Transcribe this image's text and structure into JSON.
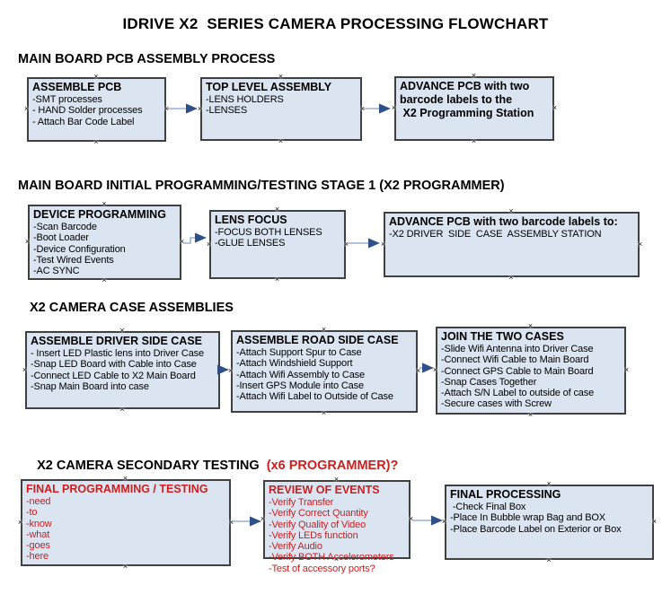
{
  "title": "IDRIVE X2  SERIES CAMERA PROCESSING FLOWCHART",
  "colors": {
    "box_fill": "#dbe5f1",
    "box_border": "#404040",
    "arrow_line": "#9ab0d3",
    "arrow_head": "#2f4f87",
    "red_text": "#cc1e1e"
  },
  "sections": [
    {
      "heading": "MAIN BOARD PCB ASSEMBLY PROCESS",
      "boxes": [
        {
          "title": "ASSEMBLE PCB",
          "items": [
            "-SMT processes",
            "- HAND Solder processes",
            "- Attach Bar Code Label"
          ]
        },
        {
          "title": "TOP LEVEL ASSEMBLY",
          "items": [
            "-LENS HOLDERS",
            "-LENSES"
          ]
        },
        {
          "title": "ADVANCE PCB with two\nbarcode labels to the\n X2 Programming Station",
          "items": []
        }
      ]
    },
    {
      "heading": "MAIN BOARD INITIAL PROGRAMMING/TESTING STAGE 1 (X2 PROGRAMMER)",
      "boxes": [
        {
          "title": "DEVICE PROGRAMMING",
          "items": [
            "-Scan Barcode",
            "-Boot Loader",
            "-Device Configuration",
            "-Test Wired Events",
            "-AC SYNC"
          ]
        },
        {
          "title": "LENS FOCUS",
          "items": [
            "-FOCUS BOTH LENSES",
            "-GLUE LENSES"
          ]
        },
        {
          "title": "ADVANCE PCB with two barcode labels to:",
          "items": [
            "-X2 DRIVER  SIDE  CASE  ASSEMBLY STATION"
          ]
        }
      ]
    },
    {
      "heading": "X2 CAMERA CASE ASSEMBLIES",
      "boxes": [
        {
          "title": "ASSEMBLE DRIVER SIDE CASE",
          "items": [
            "- Insert LED Plastic lens into Driver Case",
            "-Snap LED Board with Cable into Case",
            "-Connect LED Cable to X2 Main Board",
            "-Snap Main Board into case"
          ]
        },
        {
          "title": "ASSEMBLE ROAD SIDE CASE",
          "items": [
            "-Attach Support Spur to Case",
            "-Attach Windshield Support",
            "-Attach Wifi Assembly to Case",
            "-Insert GPS Module into Case",
            "-Attach Wifi Label to Outside of Case"
          ]
        },
        {
          "title": "JOIN THE TWO CASES",
          "items": [
            "-Slide Wifi Antenna into Driver Case",
            "-Connect Wifi Cable to Main Board",
            "-Connect GPS Cable to Main Board",
            "-Snap Cases Together",
            "-Attach S/N Label to outside of case",
            "-Secure cases with Screw"
          ]
        }
      ]
    },
    {
      "heading": "X2 CAMERA SECONDARY TESTING  ",
      "heading_red": "(x6 PROGRAMMER)?",
      "boxes": [
        {
          "title": "FINAL PROGRAMMING / TESTING",
          "items": [
            "-need",
            "-to",
            "-know",
            "-what",
            "-goes",
            "-here"
          ]
        },
        {
          "title": "REVIEW OF EVENTS",
          "items": [
            "-Verify Transfer",
            "-Verify Correct Quantity",
            "-Verify Quality of Video",
            "-Verify LEDs function",
            "-Verify Audio",
            "-Verify BOTH Accelerometers",
            "-Test of accessory ports?"
          ]
        },
        {
          "title": "FINAL PROCESSING",
          "items": [
            " -Check Final Box",
            "-Place In Bubble wrap Bag and BOX",
            "-Place Barcode Label on Exterior or Box"
          ]
        }
      ]
    }
  ]
}
